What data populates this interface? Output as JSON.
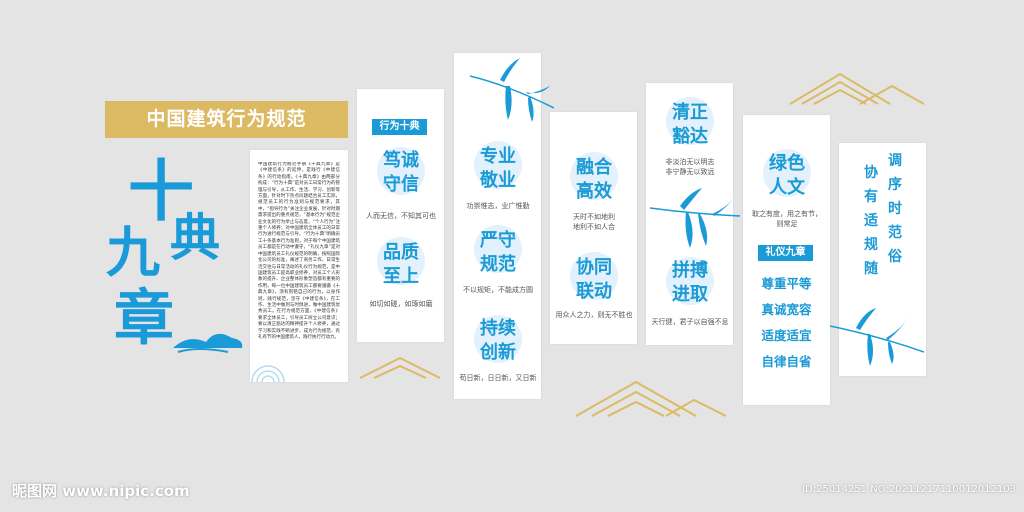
{
  "title": "中国建筑行为规范",
  "calligraphy": {
    "shi": "十",
    "jiu": "九",
    "dian": "典",
    "zhang": "章"
  },
  "intro_text": "中国建筑行为规范手册《十典九章》是《中建信条》的延伸，是践行《中建信条》的行动指南。《十典九章》由两部分构成：“行为十典”是对员工日常行为的管理与引导，从工作、生活、学习、创新等方面，针对时下热点问题结合员工实际，规范员工的行为准则与规范要求，其中，“指导行为”关注企业发展，针对时期需求提出的重点规范，“基本行为”规范企业文化的行为举止与态度，“个人行为”注重个人修养；对中国建筑全体员工的日常行为进行规范与引导。“行为十典”明确员工十条基本行为准则，对于每个中国建筑员工都是在行动中遵守，“礼仪九章”是对中国建筑员工礼仪规范的明确，按照国际化公司的标准，阐述了商务工作、日常生活交往与日常活动的礼仪行为规范，是中国建筑员工提高职业修养，对员工个人形象的提升、企业整体形象塑造都有重要的作用。每一位中国建筑员工都要遵循《十典九章》，须有刻铭自己的行为，以身作则，践行规范，坚守《中建信条》，在工作、生活中做到与时俱进，做中国建筑优秀员工。在行为规范方面，《中建信条》要求全体员工，引导员工树立公司意识；要以清正豁达的精神提升个人修养，通过学习和实践不断进步，成为行为规范、有礼有节的中国建筑人，践行执行行动力。",
  "panel1": {
    "pill": "行为十典",
    "h1": "笃诚守信",
    "s1": "人而无信，不知其可也",
    "h2": "品质至上",
    "s2": "如切如磋，如琢如磨"
  },
  "panel2": {
    "h1": "专业敬业",
    "s1": "功崇惟志，业广惟勤",
    "h2": "严守规范",
    "s2": "不以规矩，不能成方圆",
    "h3": "持续创新",
    "s3": "苟日新，日日新，又日新"
  },
  "panel3": {
    "h1": "融合高效",
    "s1": "天时不如地利\n地利不如人合",
    "h2": "协同联动",
    "s2": "用众人之力，则无不胜也"
  },
  "panel4": {
    "h1": "清正豁达",
    "s1": "非淡泊无以明志\n非宁静无以致远",
    "h2": "拼搏进取",
    "s2": "天行健，君子以自强不息"
  },
  "panel5": {
    "h1": "绿色人文",
    "s1": "取之有度，用之有节，\n则常足",
    "pill": "礼仪九章",
    "items": [
      "尊重平等",
      "真诚宽容",
      "适度适宜",
      "自律自省"
    ]
  },
  "panel6": {
    "col1": [
      "协",
      "有",
      "适",
      "规",
      "随"
    ],
    "col2": [
      "调",
      "序",
      "时",
      "范",
      "俗"
    ]
  },
  "footer": {
    "logo": "昵图网 www.nipic.com",
    "id": "ID:25014251 NO:20211217110012012103"
  },
  "colors": {
    "blue": "#1a9ad6",
    "gold": "#dcba63",
    "bg": "#e4e4e4",
    "light_blue": "#e2f1fb"
  }
}
